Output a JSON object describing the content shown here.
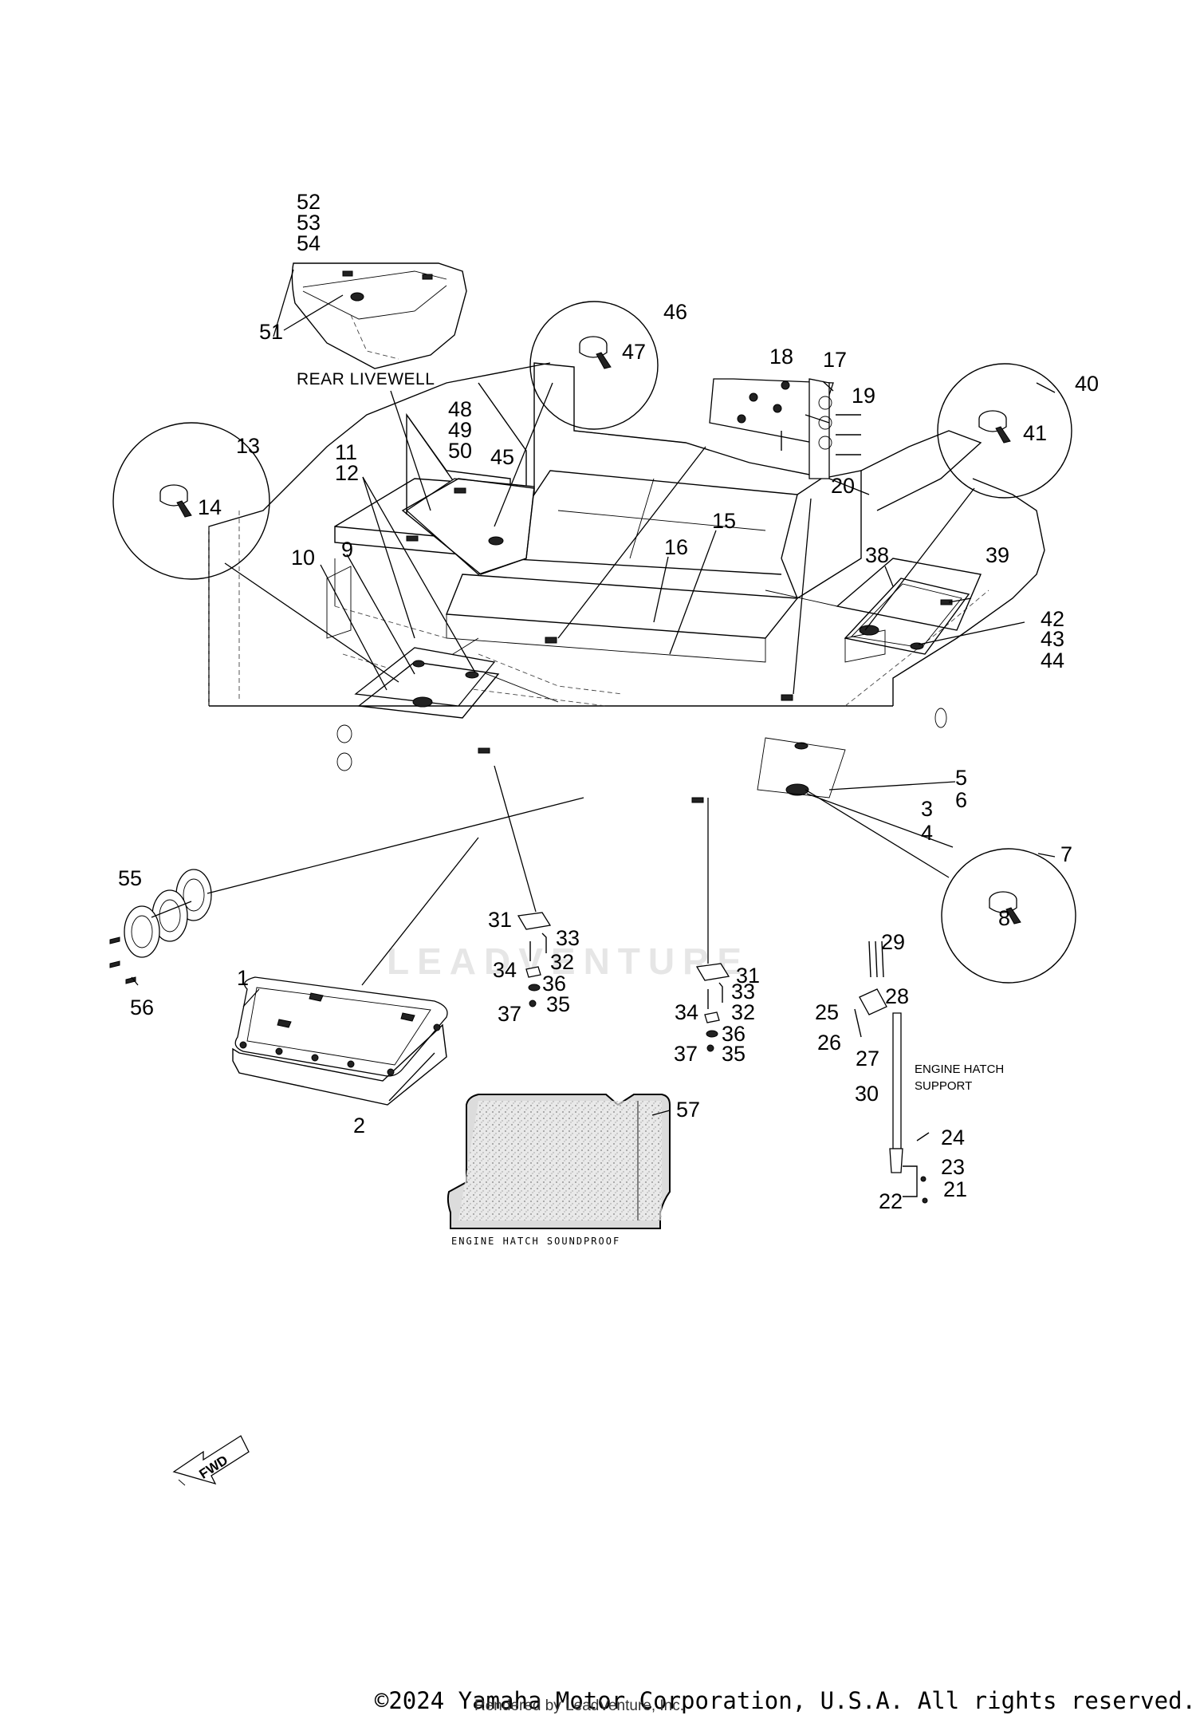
{
  "diagram": {
    "callouts": [
      "1",
      "2",
      "3",
      "4",
      "5",
      "6",
      "7",
      "8",
      "9",
      "10",
      "11",
      "12",
      "13",
      "14",
      "15",
      "16",
      "17",
      "18",
      "19",
      "20",
      "21",
      "22",
      "23",
      "24",
      "25",
      "26",
      "27",
      "28",
      "29",
      "30",
      "31",
      "32",
      "33",
      "34",
      "35",
      "36",
      "37",
      "31",
      "32",
      "33",
      "34",
      "35",
      "36",
      "37",
      "38",
      "39",
      "40",
      "41",
      "42",
      "43",
      "44",
      "45",
      "46",
      "47",
      "48",
      "49",
      "50",
      "51",
      "52",
      "53",
      "54",
      "55",
      "56",
      "57"
    ],
    "captions": {
      "rear_livewell": "REAR LIVEWELL",
      "engine_hatch_support_line1": "ENGINE HATCH",
      "engine_hatch_support_line2": "SUPPORT",
      "engine_hatch_soundproof": "ENGINE HATCH SOUNDPROOF",
      "fwd_arrow": "FWD"
    },
    "watermark": "LEADVENTURE",
    "footer": {
      "copyright": "©2024 Yamaha Motor Corporation, U.S.A. All rights reserved.",
      "rendered_by": "Rendered by LeadVenture, Inc."
    }
  }
}
